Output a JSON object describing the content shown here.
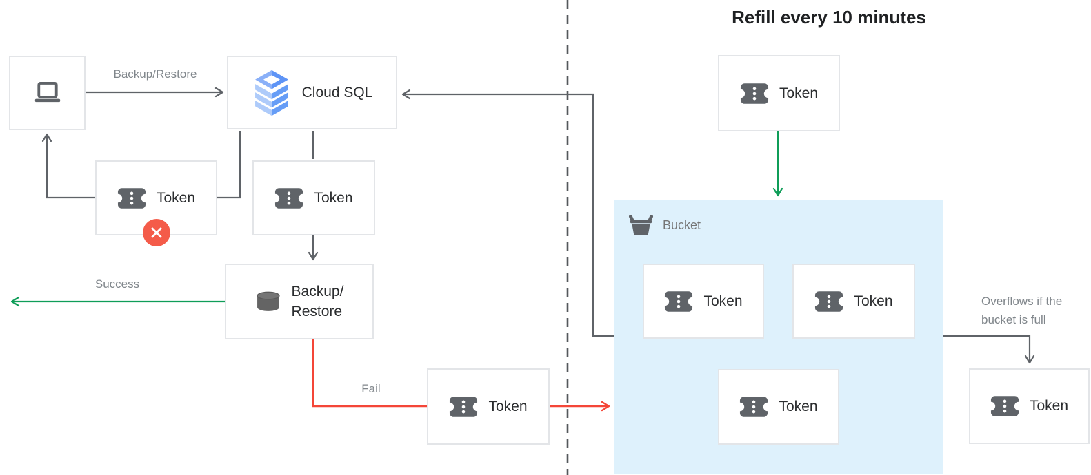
{
  "title": "Refill every 10 minutes",
  "shared": {
    "token_label": "Token"
  },
  "nodes": {
    "client": {
      "icon": "laptop-icon"
    },
    "cloud_sql": {
      "label": "Cloud SQL",
      "icon": "cloud-sql-icon"
    },
    "backup_restore": {
      "label_line1": "Backup/",
      "label_line2": "Restore",
      "icon": "database-icon"
    },
    "bucket": {
      "label": "Bucket",
      "icon": "bucket-icon"
    }
  },
  "edge_labels": {
    "backup_restore": "Backup/Restore",
    "success": "Success",
    "fail": "Fail",
    "overflow_line1": "Overflows if the",
    "overflow_line2": "bucket is full"
  },
  "edges": [
    {
      "from": "client",
      "to": "cloud_sql",
      "label": "Backup/Restore",
      "color": "gray"
    },
    {
      "from": "token-consumed",
      "to": "cloud_sql",
      "label": "",
      "color": "gray"
    },
    {
      "from": "cloud_sql",
      "to": "token-in-use",
      "label": "",
      "color": "gray"
    },
    {
      "from": "token-in-use",
      "to": "backup_restore",
      "label": "",
      "color": "gray"
    },
    {
      "from": "token-returned",
      "to": "client",
      "label": "",
      "color": "gray"
    },
    {
      "from": "backup_restore",
      "to": "out-left",
      "label": "Success",
      "color": "green"
    },
    {
      "from": "backup_restore",
      "to": "token-fail",
      "label": "Fail",
      "color": "red"
    },
    {
      "from": "token-fail",
      "to": "bucket",
      "label": "",
      "color": "red"
    },
    {
      "from": "bucket",
      "to": "cloud_sql",
      "label": "",
      "color": "gray"
    },
    {
      "from": "refill-token",
      "to": "bucket",
      "label": "Refill every 10 minutes",
      "color": "green"
    },
    {
      "from": "bucket",
      "to": "overflow-token",
      "label": "Overflows if the bucket is full",
      "color": "gray"
    }
  ],
  "badges": {
    "failed_token": "x-circle-icon"
  },
  "colors": {
    "neutral_line": "#5f6368",
    "success_line": "#0f9d58",
    "fail_line": "#f44638",
    "badge_fill": "#f45b49",
    "bucket_fill": "#def1fc",
    "node_border": "#e3e5e8",
    "muted_text": "#80868b"
  }
}
